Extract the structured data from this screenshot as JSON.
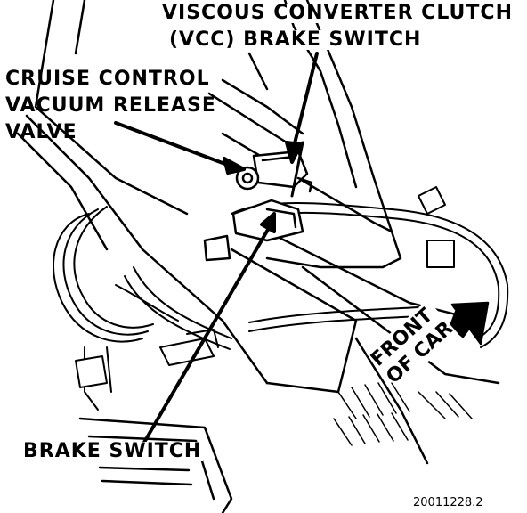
{
  "labels": {
    "vcc_line1": "VISCOUS CONVERTER CLUTCH",
    "vcc_line2": "(VCC) BRAKE SWITCH",
    "cruise_line1": "CRUISE CONTROL",
    "cruise_line2": "VACUUM RELEASE",
    "cruise_line3": "VALVE",
    "brake_switch": "BRAKE SWITCH",
    "front_line1": "FRONT",
    "front_line2": "OF CAR",
    "figure_code": "20011228.2"
  },
  "colors": {
    "ink": "#000000",
    "paper": "#ffffff"
  }
}
